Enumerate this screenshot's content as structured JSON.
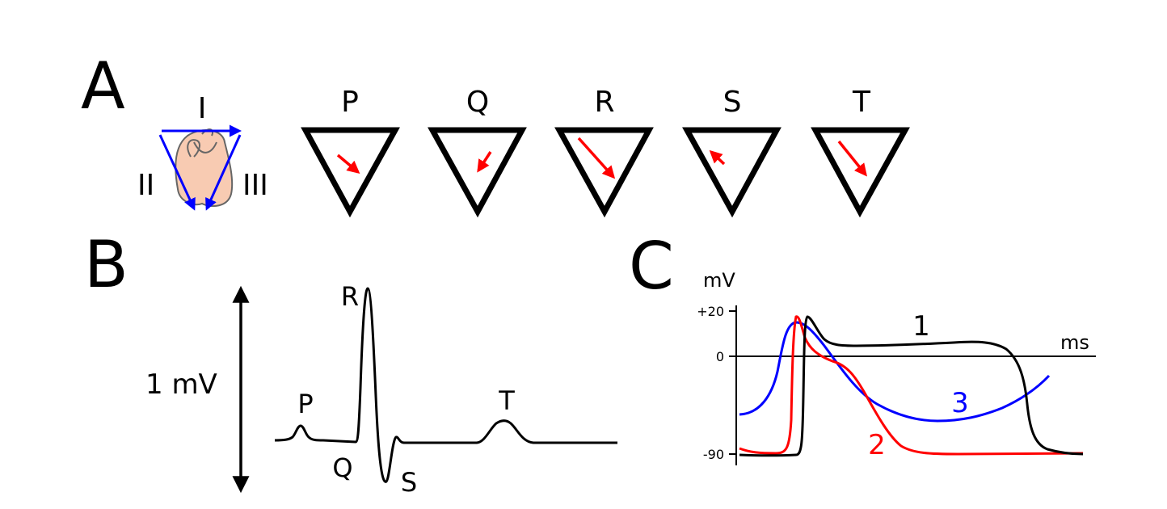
{
  "panels": {
    "a": {
      "letter": "A",
      "einthoven": {
        "lead_top": "I",
        "lead_left": "II",
        "lead_right": "III"
      },
      "vectors": [
        "P",
        "Q",
        "R",
        "S",
        "T"
      ]
    },
    "b": {
      "letter": "B",
      "scale_label": "1 mV",
      "wave_labels": {
        "p": "P",
        "q": "Q",
        "r": "R",
        "s": "S",
        "t": "T"
      }
    },
    "c": {
      "letter": "C",
      "y_unit": "mV",
      "x_unit": "ms",
      "ticks": {
        "top": "+20",
        "zero": "0",
        "bottom": "-90"
      },
      "curve_labels": {
        "one": "1",
        "two": "2",
        "three": "3"
      }
    }
  },
  "colors": {
    "ink": "#000000",
    "vector_arrow": "#ff0000",
    "lead_arrow": "#0000ff",
    "heart_fill": "#f8cbb2",
    "heart_outline": "#666666",
    "curve_1": "#000000",
    "curve_2": "#ff0000",
    "curve_3": "#0000ff"
  }
}
